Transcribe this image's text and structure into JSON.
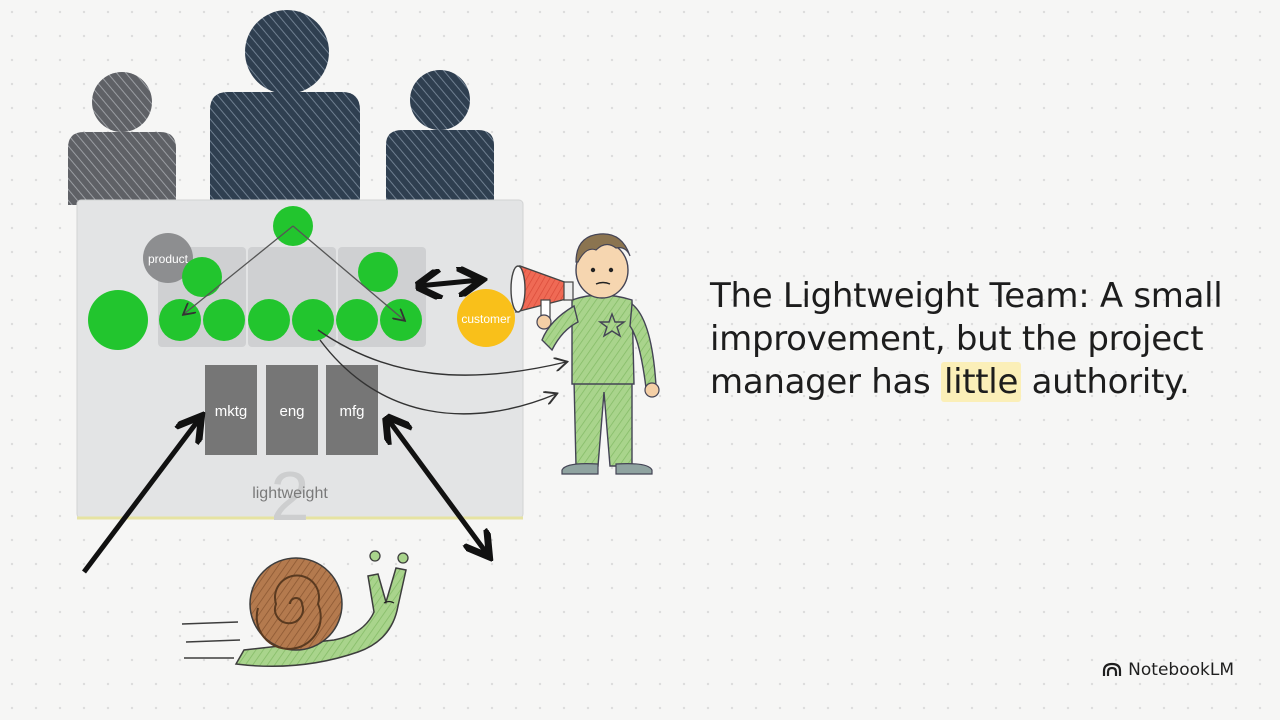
{
  "slide": {
    "headline_before": "The Lightweight Team: A small improvement, but the project manager has ",
    "headline_highlight": "little",
    "headline_after": " authority."
  },
  "diagram": {
    "product_label": "product",
    "customer_label": "customer",
    "functions": [
      "mktg",
      "eng",
      "mfg"
    ],
    "caption": "lightweight",
    "number": "2"
  },
  "brand": {
    "name": "NotebookLM",
    "icon": "notebooklm-logo-icon"
  },
  "colors": {
    "member_green": "#22c52e",
    "customer_yellow": "#f9c01a",
    "function_gray": "#767676",
    "highlight": "#fbefb8"
  }
}
